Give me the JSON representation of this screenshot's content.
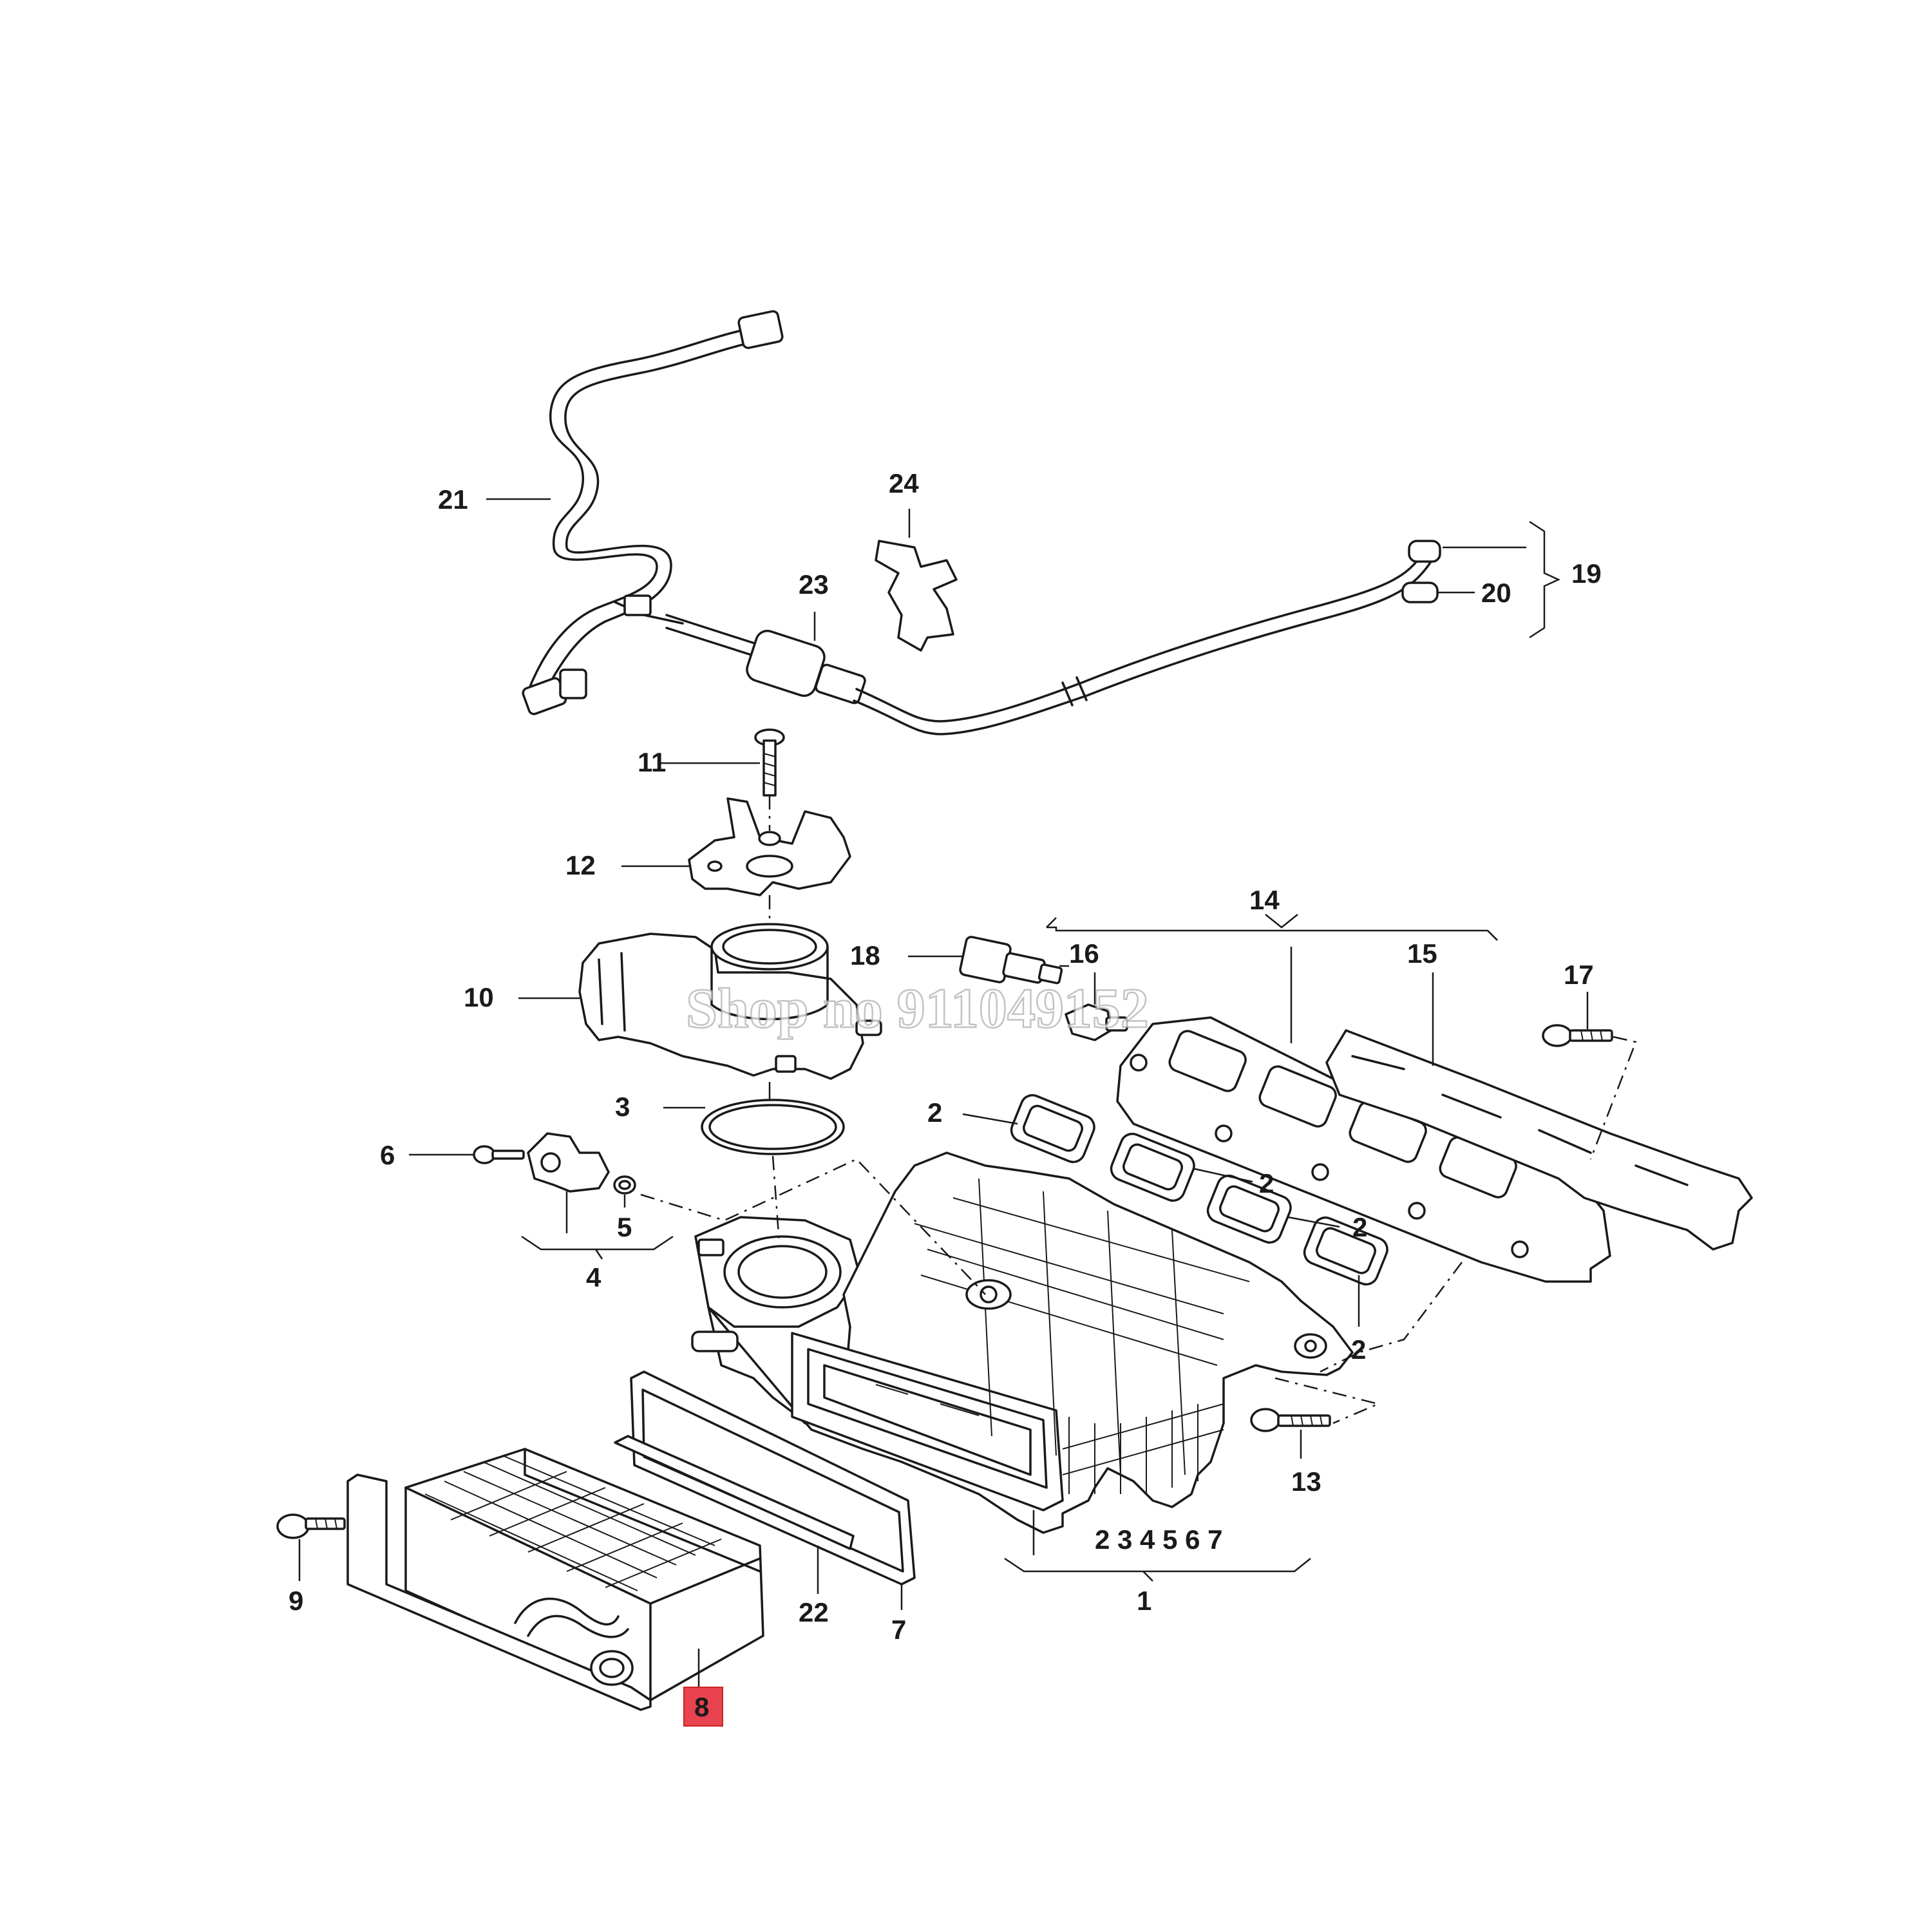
{
  "watermark": "Shop no 911049152",
  "highlight_color": "#e8434f",
  "callouts": {
    "c1": "1",
    "c1_group": "2 3 4 5 6 7",
    "c2a": "2",
    "c2b": "2",
    "c2c": "2",
    "c2d": "2",
    "c3": "3",
    "c4": "4",
    "c5": "5",
    "c6": "6",
    "c7": "7",
    "c8": "8",
    "c9": "9",
    "c10": "10",
    "c11": "11",
    "c12": "12",
    "c13": "13",
    "c14": "14",
    "c15": "15",
    "c16": "16",
    "c17": "17",
    "c18": "18",
    "c19": "19",
    "c20": "20",
    "c21": "21",
    "c22": "22",
    "c23": "23",
    "c24": "24"
  }
}
